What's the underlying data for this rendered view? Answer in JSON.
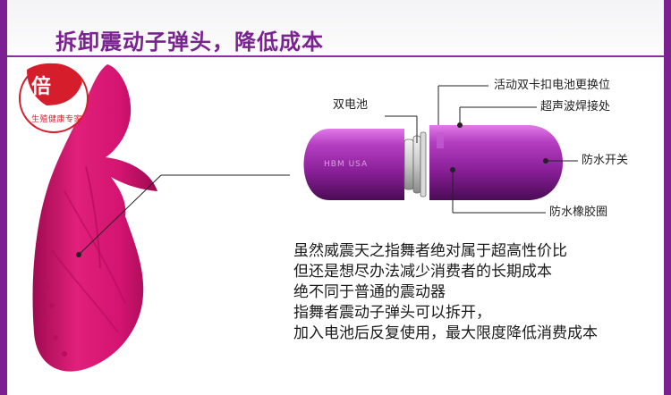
{
  "header": {
    "title": "拆卸震动子弹头，降低成本"
  },
  "logo": {
    "main_char": "倍",
    "tagline": "生殖健康专家"
  },
  "product": {
    "engraving": "HBM USA"
  },
  "callouts": {
    "battery": "双电池",
    "dual_latch": "活动双卡扣电池更换位",
    "ultrasonic": "超声波焊接处",
    "switch": "防水开关",
    "gasket": "防水橡胶圈"
  },
  "description": {
    "lines": [
      "虽然威震天之指舞者绝对属于超高性价比",
      "但还是想尽办法减少消费者的长期成本",
      "绝不同于普通的震动器",
      "指舞者震动子弹头可以拆开，",
      "加入电池后反复使用，最大限度降低消费成本"
    ]
  },
  "colors": {
    "brand_purple": "#7a2390",
    "bullet_purple": "#9a2aa8",
    "sleeve_pink": "#d8106e",
    "logo_red": "#d61d2c"
  }
}
